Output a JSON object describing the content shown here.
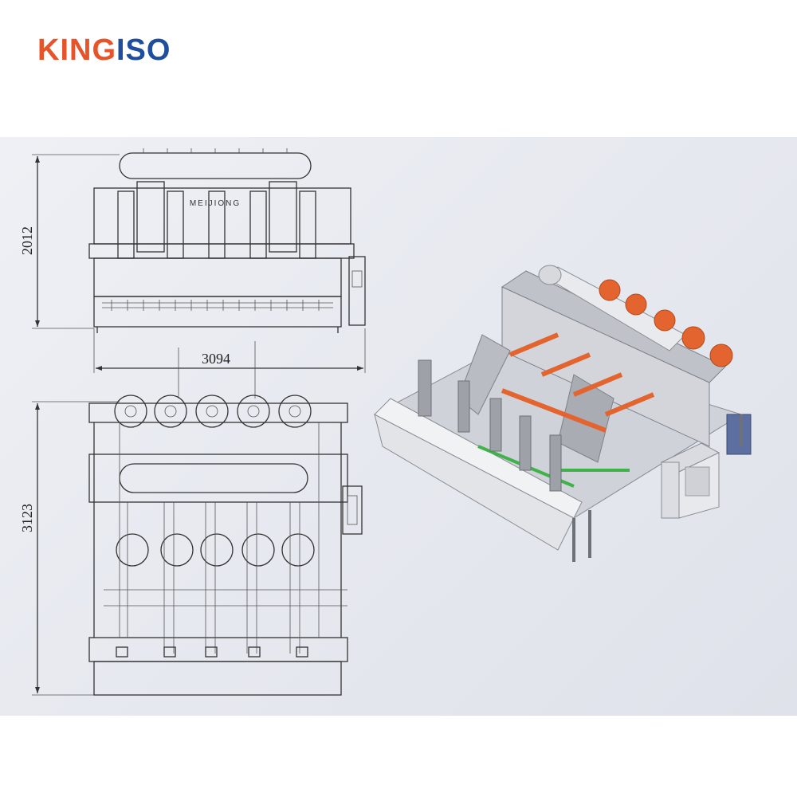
{
  "brand": {
    "part1": "KING",
    "part2": "ISO",
    "color_primary": "#e8542a",
    "color_secondary": "#1f4e9c"
  },
  "front_view_label": "MEIJIONG",
  "dimensions": {
    "height": "2012",
    "width": "3094",
    "length": "3123"
  },
  "colors": {
    "panel_bg": "#e6e8ef",
    "machine_gray": "#d9dbe0",
    "accent_orange": "#e3642e",
    "accent_green": "#3fb24a"
  }
}
